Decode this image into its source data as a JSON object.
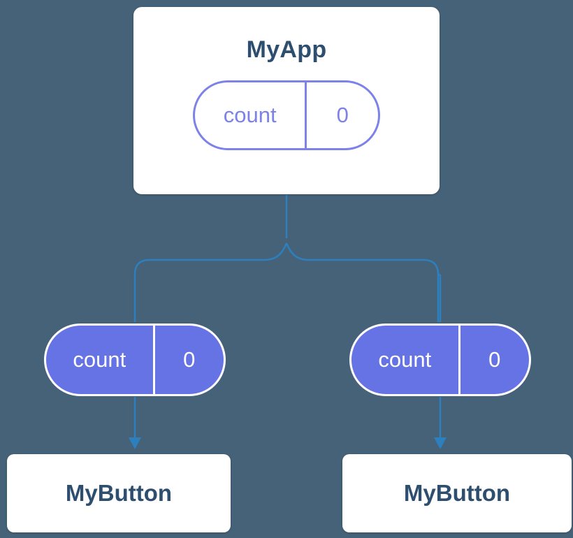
{
  "diagram": {
    "description": "React component tree showing state in MyApp passed down as props to two MyButton children",
    "root": {
      "title": "MyApp",
      "state": {
        "label": "count",
        "value": "0"
      }
    },
    "children": [
      {
        "title": "MyButton",
        "prop": {
          "label": "count",
          "value": "0"
        }
      },
      {
        "title": "MyButton",
        "prop": {
          "label": "count",
          "value": "0"
        }
      }
    ]
  },
  "colors": {
    "background": "#456278",
    "card_background": "#ffffff",
    "title_text": "#2d4e6e",
    "pill_outline": "#7c82e8",
    "pill_fill": "#6673e5",
    "pill_fill_text": "#ffffff",
    "connector_blue": "#2e7fbe"
  }
}
